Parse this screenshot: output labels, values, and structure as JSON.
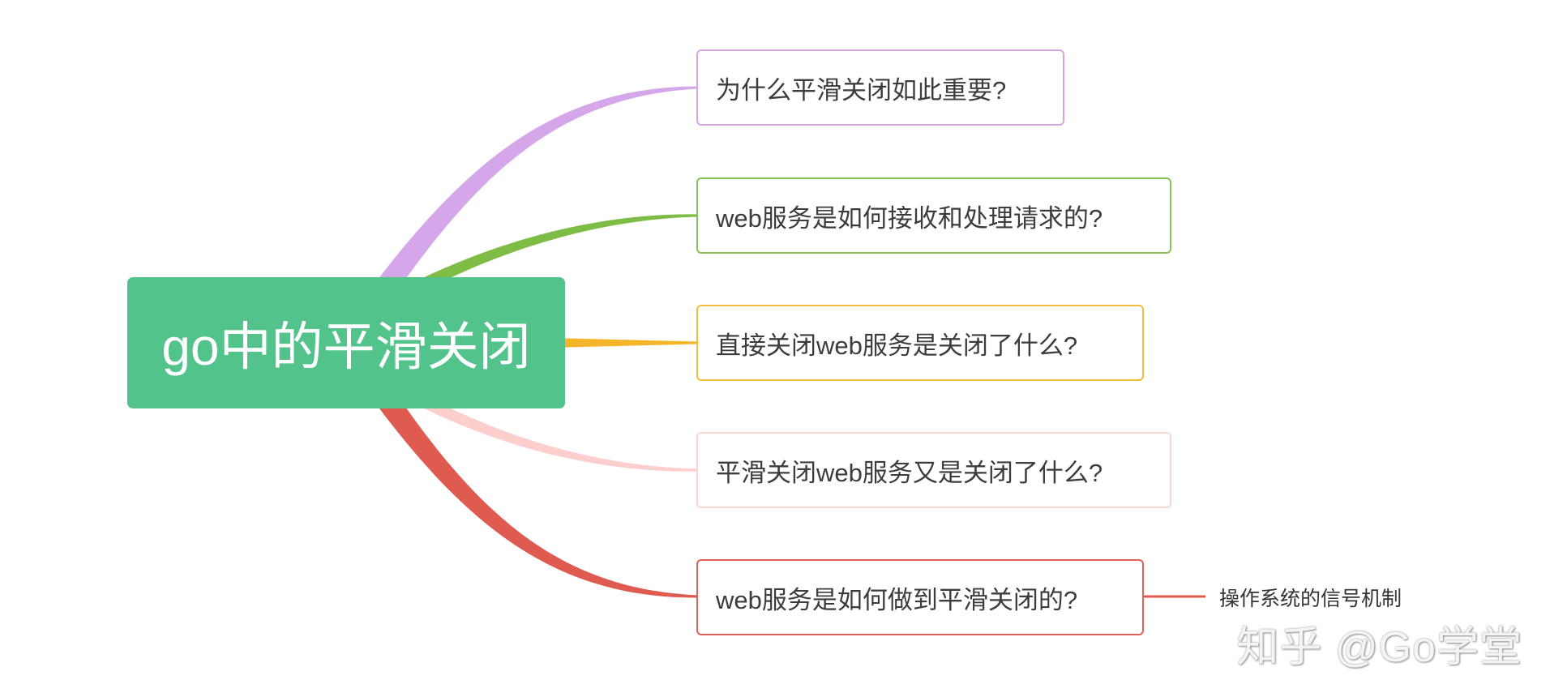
{
  "root": {
    "label": "go中的平滑关闭",
    "color": "#52c38b"
  },
  "branches": [
    {
      "label": "为什么平滑关闭如此重要?",
      "color": "#d6a6ea",
      "border": "#d4a8e6"
    },
    {
      "label": "web服务是如何接收和处理请求的?",
      "color": "#7dbd46",
      "border": "#86c155"
    },
    {
      "label": "直接关闭web服务是关闭了什么?",
      "color": "#f5b52b",
      "border": "#f3bd3c"
    },
    {
      "label": "平滑关闭web服务又是关闭了什么?",
      "color": "#fccfcd",
      "border": "#f7d6d4"
    },
    {
      "label": "web服务是如何做到平滑关闭的?",
      "color": "#df5b50",
      "border": "#dd6258",
      "children": [
        {
          "label": "操作系统的信号机制"
        }
      ]
    }
  ],
  "watermark": "知乎 @Go学堂"
}
